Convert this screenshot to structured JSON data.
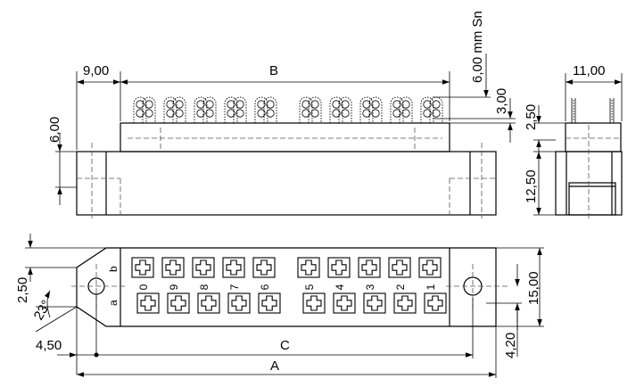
{
  "dimensions": {
    "d_9_00": "9,00",
    "d_B": "B",
    "d_6_00_mm_sn": "6,00 mm Sn",
    "d_11_00": "11,00",
    "d_6_00": "6,00",
    "d_3_00": "3,00",
    "d_2_50_top": "2,50",
    "d_12_50": "12,50",
    "d_2_50_left": "2,50",
    "d_23_deg": "23°",
    "d_4_50": "4,50",
    "d_C": "C",
    "d_A": "A",
    "d_15_00": "15,00",
    "d_4_20": "4,20"
  },
  "row_labels": {
    "a": "a",
    "b": "b"
  },
  "contact_numbers": [
    "0",
    "9",
    "8",
    "7",
    "6",
    "5",
    "4",
    "3",
    "2",
    "1"
  ]
}
